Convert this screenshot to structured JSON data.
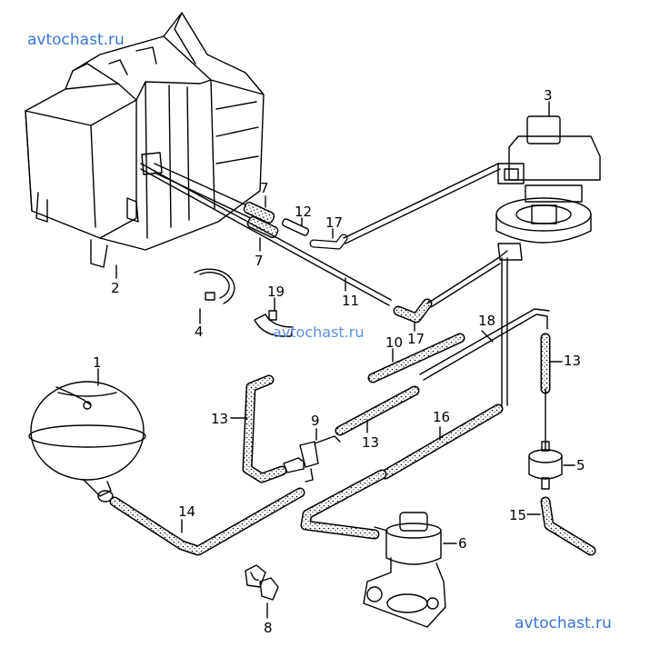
{
  "watermarks": {
    "top": "avtochast.ru",
    "middle": "avtochast.ru",
    "bottom": "avtochast.ru"
  },
  "callouts": {
    "n1": "1",
    "n2": "2",
    "n3": "3",
    "n4": "4",
    "n5": "5",
    "n6": "6",
    "n7a": "7",
    "n7b": "7",
    "n8": "8",
    "n9": "9",
    "n10": "10",
    "n11": "11",
    "n12": "12",
    "n13a": "13",
    "n13b": "13",
    "n13c": "13",
    "n14": "14",
    "n15": "15",
    "n16": "16",
    "n17a": "17",
    "n17b": "17",
    "n18": "18",
    "n19": "19"
  }
}
